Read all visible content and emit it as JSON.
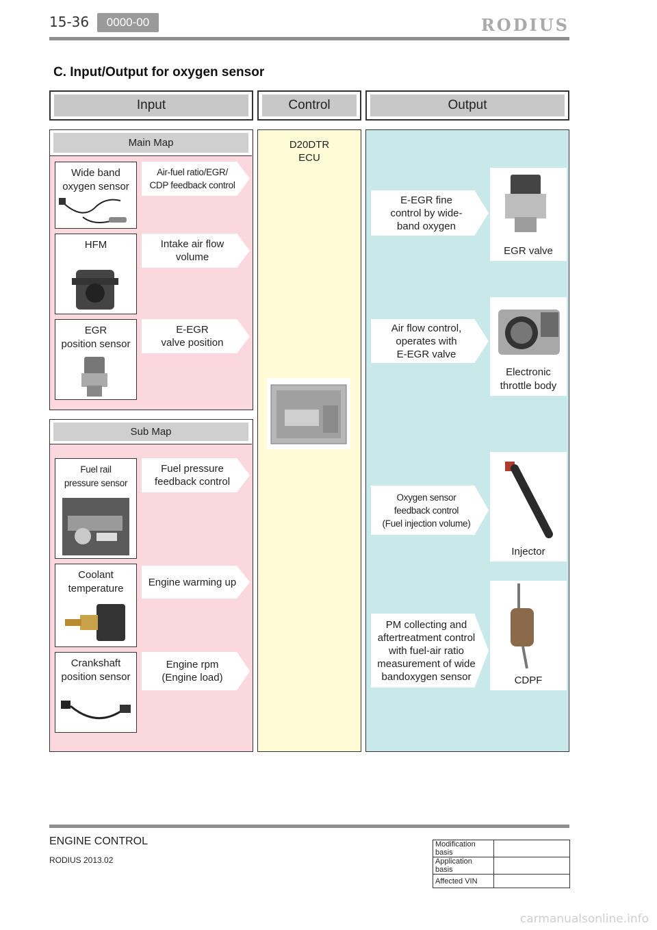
{
  "header": {
    "page_number": "15-36",
    "code": "0000-00",
    "brand": "RODIUS"
  },
  "section_title": "C.  Input/Output for oxygen sensor",
  "columns": {
    "input": "Input",
    "control": "Control",
    "output": "Output"
  },
  "main_map": {
    "title": "Main Map",
    "rows": [
      {
        "sensor": "Wide band\noxygen sensor",
        "signal": "Air-fuel ratio/EGR/\nCDP feedback control"
      },
      {
        "sensor": "HFM",
        "signal": "Intake air flow\nvolume"
      },
      {
        "sensor": "EGR\nposition sensor",
        "signal": "E-EGR\nvalve position"
      }
    ]
  },
  "sub_map": {
    "title": "Sub Map",
    "rows": [
      {
        "sensor": "Fuel rail\npressure sensor",
        "signal": "Fuel pressure\nfeedback control"
      },
      {
        "sensor": "Coolant\ntemperature",
        "signal": "Engine warming up"
      },
      {
        "sensor": "Crankshaft\nposition sensor",
        "signal": "Engine rpm\n(Engine load)"
      }
    ]
  },
  "control": {
    "label": "D20DTR\nECU"
  },
  "outputs": [
    {
      "function": "E-EGR fine\ncontrol by wide-\nband oxygen",
      "component": "EGR valve"
    },
    {
      "function": "Air flow control,\noperates with\nE-EGR valve",
      "component": "Electronic\nthrottle body"
    },
    {
      "function": "Oxygen sensor\nfeedback control\n(Fuel injection volume)",
      "component": "Injector"
    },
    {
      "function": "PM collecting and\naftertreatment control\nwith fuel-air ratio\nmeasurement of wide\nbandoxygen sensor",
      "component": "CDPF"
    }
  ],
  "footer": {
    "title": "ENGINE CONTROL",
    "subtitle": "RODIUS 2013.02",
    "revision_table": [
      {
        "label": "Modification basis",
        "value": ""
      },
      {
        "label": "Application basis",
        "value": ""
      },
      {
        "label": "Affected VIN",
        "value": ""
      }
    ]
  },
  "watermark": "carmanualsonline.info"
}
